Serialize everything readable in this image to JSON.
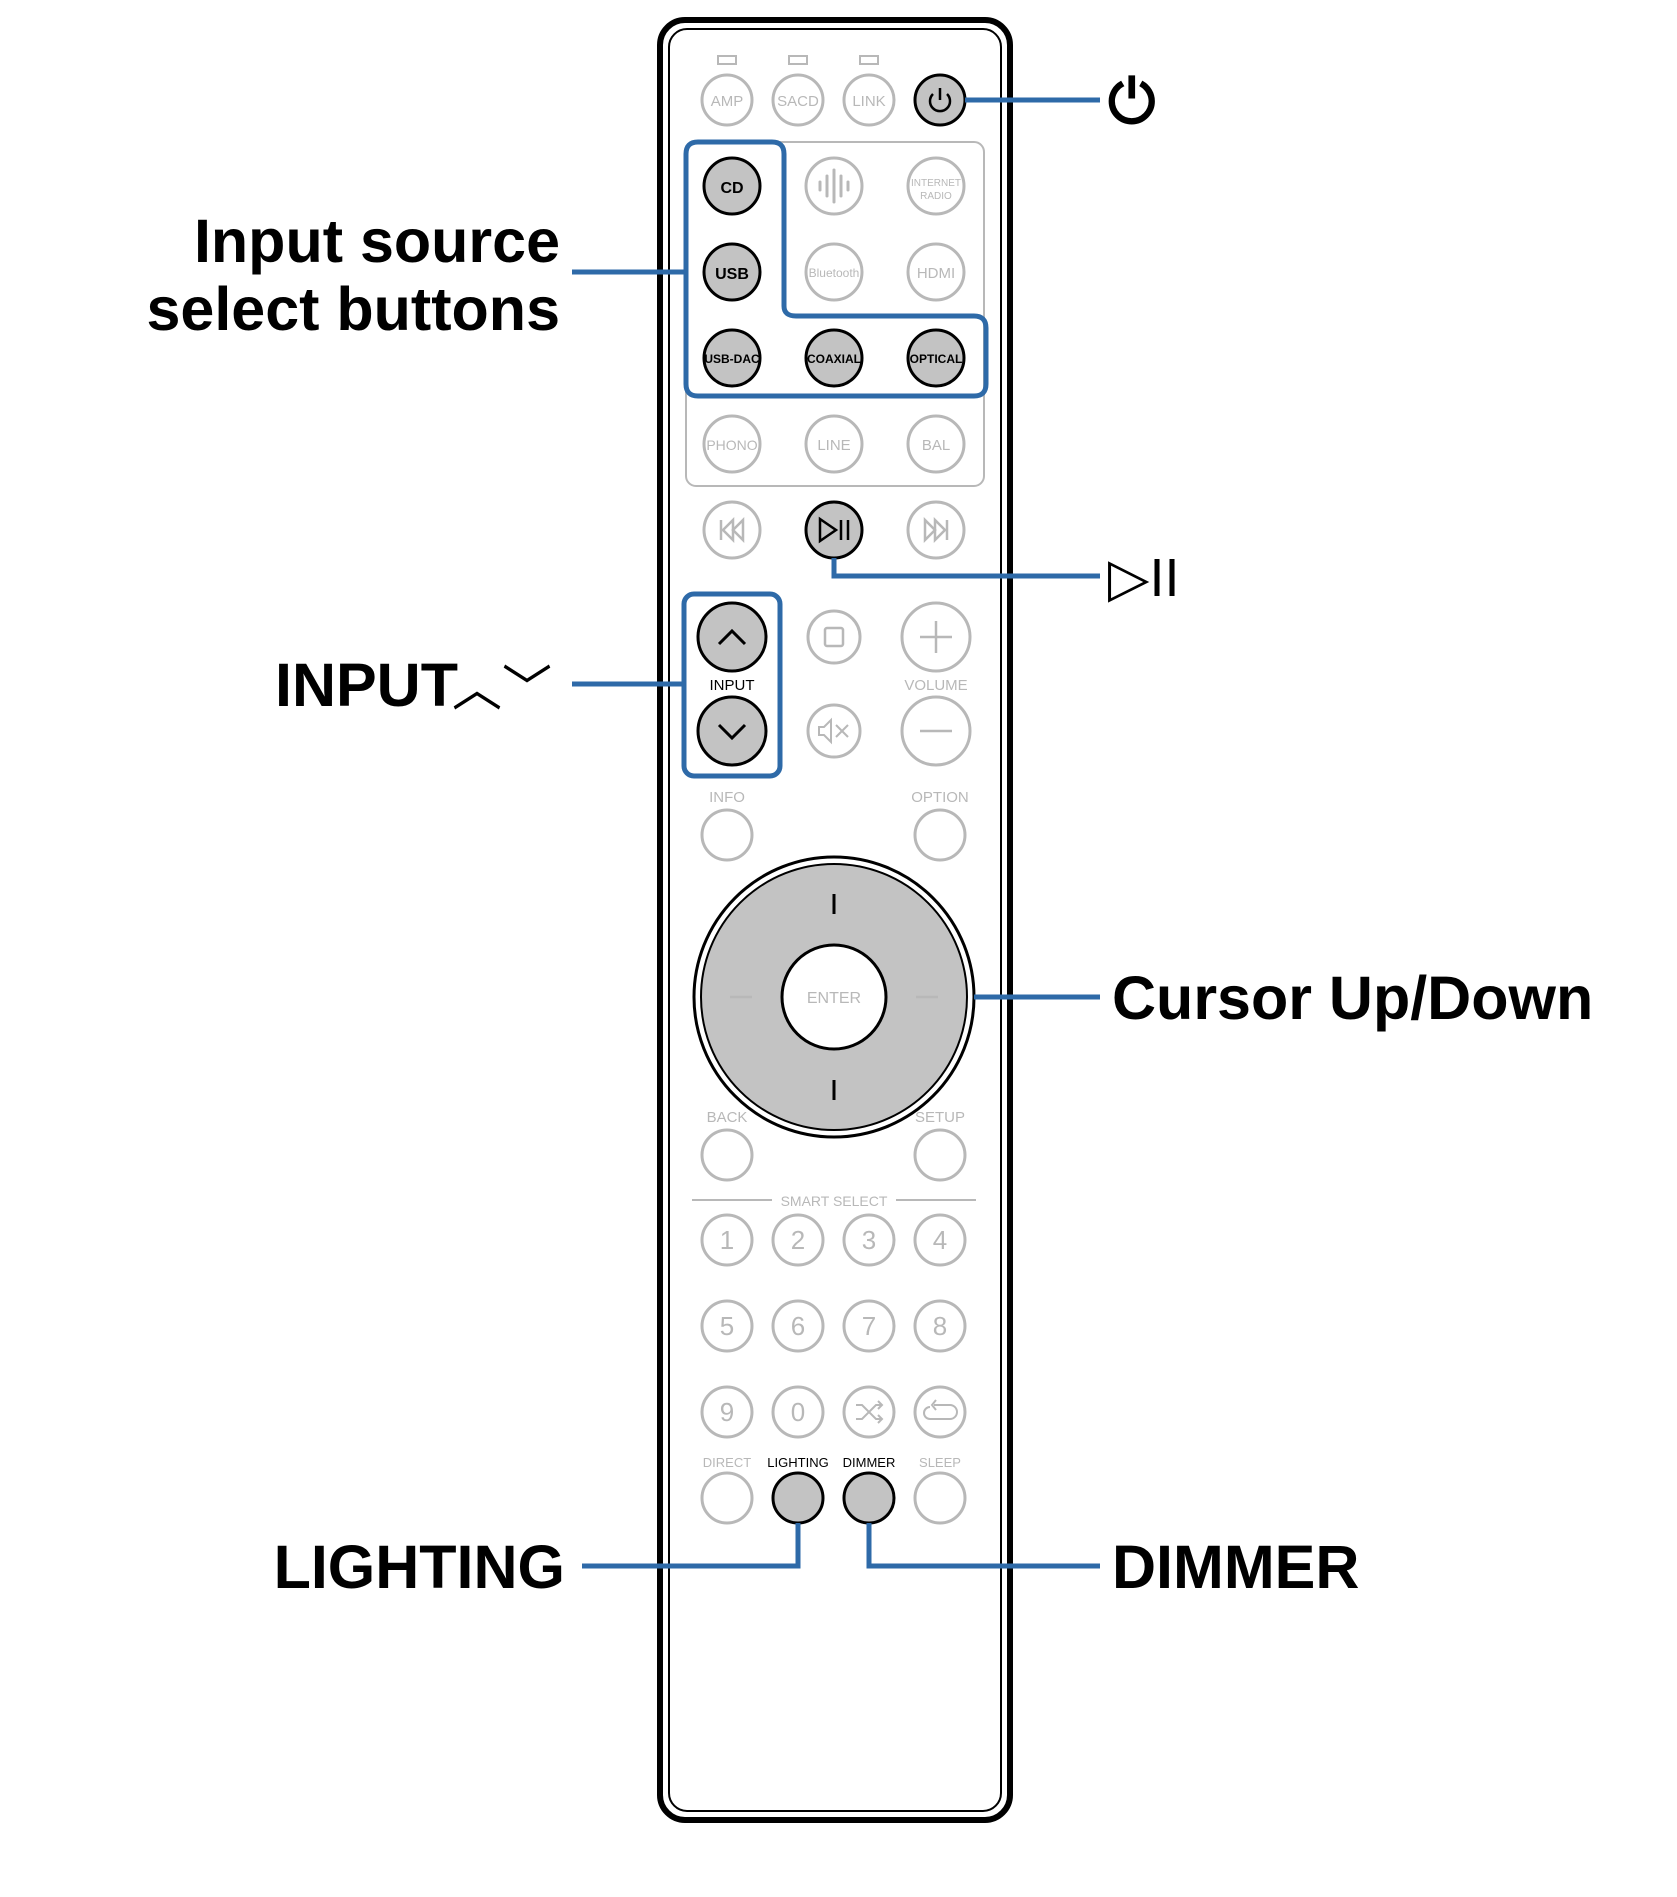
{
  "callouts": {
    "power_symbol": "⏻",
    "play_pause_symbol": "▷II",
    "input_source": [
      "Input source",
      "select buttons"
    ],
    "input_label": "INPUT",
    "input_arrows": "︿﹀",
    "cursor": "Cursor Up/Down",
    "lighting": "LIGHTING",
    "dimmer": "DIMMER"
  },
  "remote": {
    "top_row": [
      "AMP",
      "SACD",
      "LINK"
    ],
    "source_grid": [
      [
        "CD",
        "",
        "INTERNET RADIO"
      ],
      [
        "USB",
        "Bluetooth",
        "HDMI"
      ],
      [
        "USB-DAC",
        "COAXIAL",
        "OPTICAL"
      ],
      [
        "PHONO",
        "LINE",
        "BAL"
      ]
    ],
    "input_label": "INPUT",
    "volume_label": "VOLUME",
    "info_label": "INFO",
    "option_label": "OPTION",
    "enter_label": "ENTER",
    "back_label": "BACK",
    "setup_label": "SETUP",
    "smart_select_label": "SMART SELECT",
    "number_rows": [
      [
        "1",
        "2",
        "3",
        "4"
      ],
      [
        "5",
        "6",
        "7",
        "8"
      ],
      [
        "9",
        "0",
        "shuffle-icon",
        "repeat-icon"
      ]
    ],
    "bottom_labels": [
      "DIRECT",
      "LIGHTING",
      "DIMMER",
      "SLEEP"
    ]
  },
  "colors": {
    "callout_blue": "#2e6aa8",
    "highlight_gray": "#c3c3c3",
    "faded_gray": "#b8b8b8",
    "outline_black": "#000000"
  }
}
